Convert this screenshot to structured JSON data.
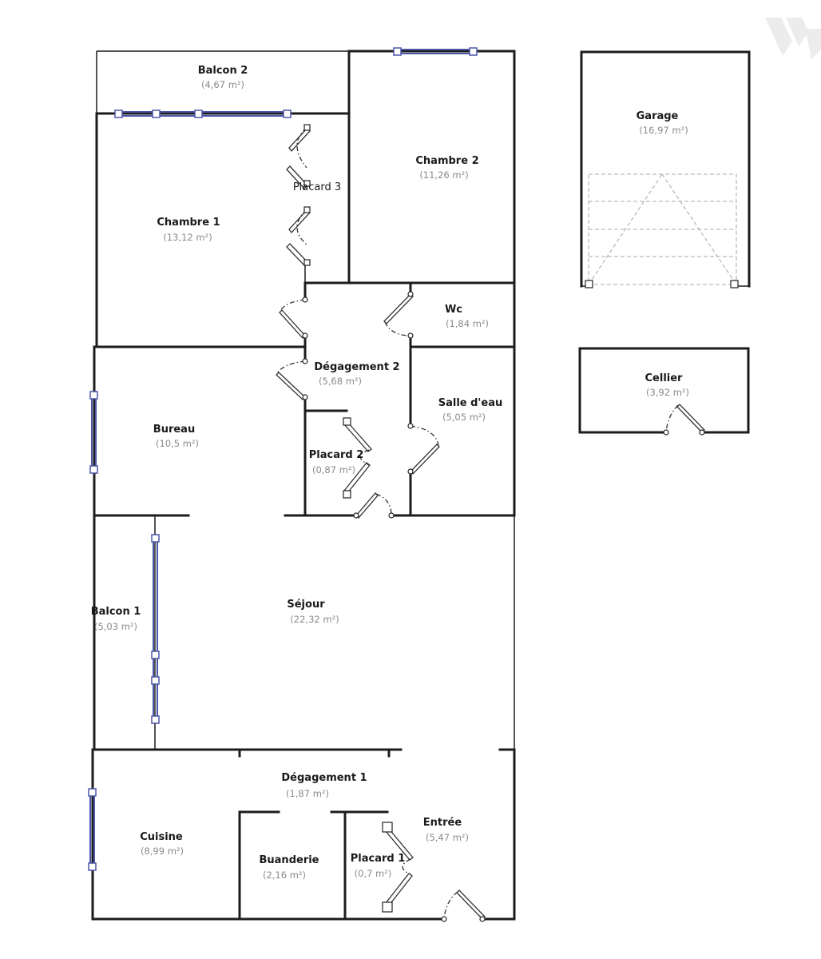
{
  "rooms": [
    {
      "id": "balcon-2",
      "name": "Balcon 2",
      "area": "(4,67 m²)"
    },
    {
      "id": "chambre-2",
      "name": "Chambre 2",
      "area": "(11,26 m²)"
    },
    {
      "id": "placard-3",
      "name": "Placard 3",
      "area": ""
    },
    {
      "id": "chambre-1",
      "name": "Chambre 1",
      "area": "(13,12 m²)"
    },
    {
      "id": "wc",
      "name": "Wc",
      "area": "(1,84 m²)"
    },
    {
      "id": "degagement-2",
      "name": "Dégagement 2",
      "area": "(5,68 m²)"
    },
    {
      "id": "salle-d-eau",
      "name": "Salle d'eau",
      "area": "(5,05 m²)"
    },
    {
      "id": "bureau",
      "name": "Bureau",
      "area": "(10,5 m²)"
    },
    {
      "id": "placard-2",
      "name": "Placard 2",
      "area": "(0,87 m²)"
    },
    {
      "id": "sejour",
      "name": "Séjour",
      "area": "(22,32 m²)"
    },
    {
      "id": "balcon-1",
      "name": "Balcon 1",
      "area": "(5,03 m²)"
    },
    {
      "id": "degagement-1",
      "name": "Dégagement 1",
      "area": "(1,87 m²)"
    },
    {
      "id": "cuisine",
      "name": "Cuisine",
      "area": "(8,99 m²)"
    },
    {
      "id": "buanderie",
      "name": "Buanderie",
      "area": "(2,16 m²)"
    },
    {
      "id": "placard-1",
      "name": "Placard 1",
      "area": "(0,7 m²)"
    },
    {
      "id": "entree",
      "name": "Entrée",
      "area": "(5,47 m²)"
    },
    {
      "id": "garage",
      "name": "Garage",
      "area": "(16,97 m²)"
    },
    {
      "id": "cellier",
      "name": "Cellier",
      "area": "(3,92 m²)"
    }
  ],
  "colors": {
    "wall": "#1c1c1c",
    "window": "#4b56a8",
    "area_text": "#8a8a8a",
    "label_text": "#1a1a1a",
    "garage_door": "#a8a8a8",
    "logo": "#ececec"
  },
  "icons": {
    "logo": "agency-logo-icon",
    "door": "door-swing-icon",
    "window": "window-icon",
    "garage_door": "garage-door-icon"
  }
}
